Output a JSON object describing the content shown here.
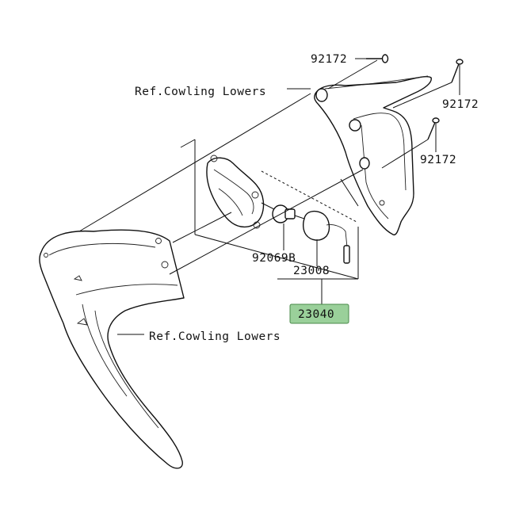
{
  "callouts": {
    "screw_top": "92172",
    "screw_right_upper": "92172",
    "screw_right_lower": "92172",
    "bulb": "92069B",
    "socket": "23008",
    "assembly": "23040",
    "ref_upper": "Ref.Cowling Lowers",
    "ref_lower": "Ref.Cowling Lowers"
  },
  "colors": {
    "assembly_highlight": "#9ad09a",
    "line": "#111111"
  }
}
